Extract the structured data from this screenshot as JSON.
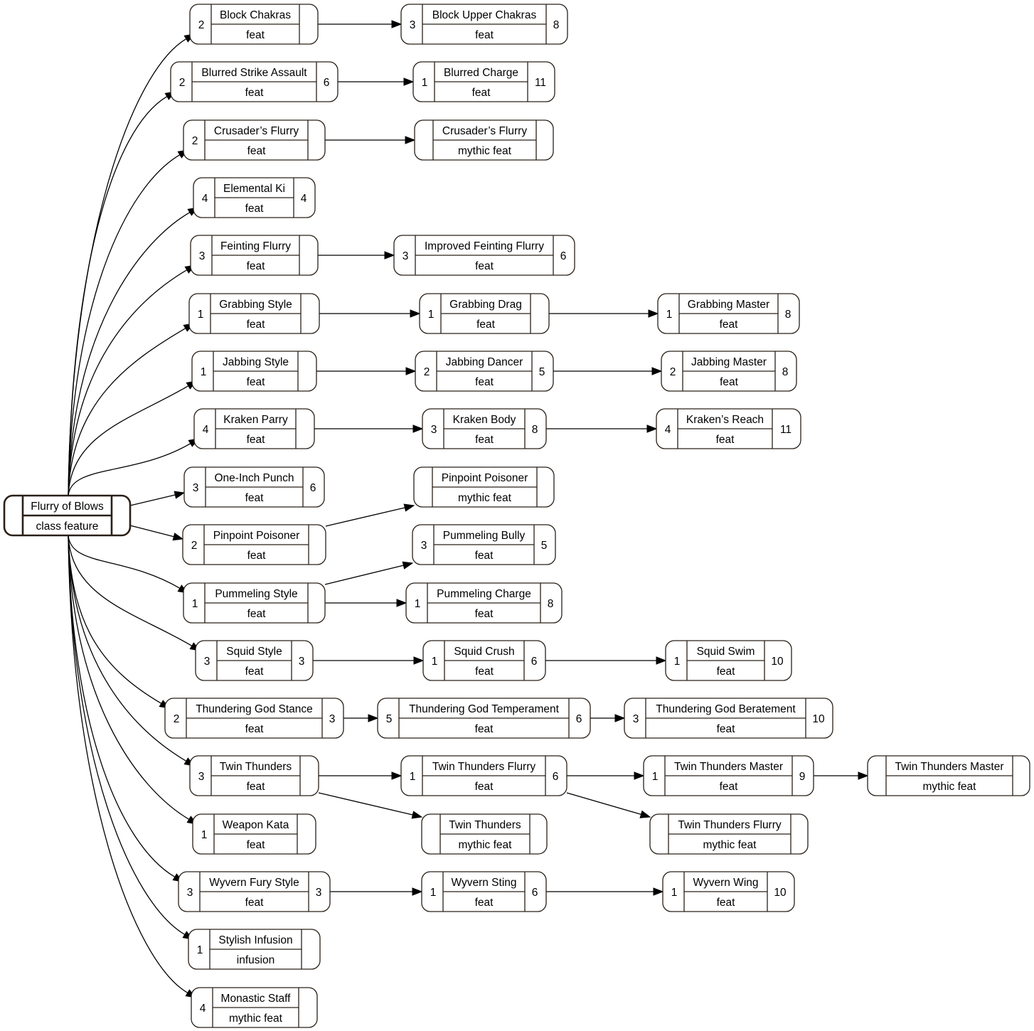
{
  "colors": {
    "stroke": "#2a2018",
    "edge": "#000000",
    "background": "#ffffff"
  },
  "root": {
    "id": "flurry",
    "name": "Flurry of Blows",
    "kind": "class feature"
  },
  "nodes": [
    {
      "id": "block_chakras",
      "name": "Block Chakras",
      "kind": "feat",
      "left": "2",
      "right": ""
    },
    {
      "id": "blurred_strike_assault",
      "name": "Blurred Strike Assault",
      "kind": "feat",
      "left": "2",
      "right": "6"
    },
    {
      "id": "crusaders_flurry",
      "name": "Crusader’s Flurry",
      "kind": "feat",
      "left": "2",
      "right": ""
    },
    {
      "id": "elemental_ki",
      "name": "Elemental Ki",
      "kind": "feat",
      "left": "4",
      "right": "4"
    },
    {
      "id": "feinting_flurry",
      "name": "Feinting Flurry",
      "kind": "feat",
      "left": "3",
      "right": ""
    },
    {
      "id": "grabbing_style",
      "name": "Grabbing Style",
      "kind": "feat",
      "left": "1",
      "right": ""
    },
    {
      "id": "jabbing_style",
      "name": "Jabbing Style",
      "kind": "feat",
      "left": "1",
      "right": ""
    },
    {
      "id": "kraken_parry",
      "name": "Kraken Parry",
      "kind": "feat",
      "left": "4",
      "right": ""
    },
    {
      "id": "one_inch_punch",
      "name": "One-Inch Punch",
      "kind": "feat",
      "left": "3",
      "right": "6"
    },
    {
      "id": "pinpoint_poisoner",
      "name": "Pinpoint Poisoner",
      "kind": "feat",
      "left": "2",
      "right": ""
    },
    {
      "id": "pummeling_style",
      "name": "Pummeling Style",
      "kind": "feat",
      "left": "1",
      "right": ""
    },
    {
      "id": "squid_style",
      "name": "Squid Style",
      "kind": "feat",
      "left": "3",
      "right": "3"
    },
    {
      "id": "thundering_god_stance",
      "name": "Thundering God Stance",
      "kind": "feat",
      "left": "2",
      "right": "3"
    },
    {
      "id": "twin_thunders",
      "name": "Twin Thunders",
      "kind": "feat",
      "left": "3",
      "right": ""
    },
    {
      "id": "weapon_kata",
      "name": "Weapon Kata",
      "kind": "feat",
      "left": "1",
      "right": ""
    },
    {
      "id": "wyvern_fury_style",
      "name": "Wyvern Fury Style",
      "kind": "feat",
      "left": "3",
      "right": "3"
    },
    {
      "id": "stylish_infusion",
      "name": "Stylish Infusion",
      "kind": "infusion",
      "left": "1",
      "right": ""
    },
    {
      "id": "monastic_staff",
      "name": "Monastic Staff",
      "kind": "mythic feat",
      "left": "4",
      "right": ""
    },
    {
      "id": "block_upper_chakras",
      "name": "Block Upper Chakras",
      "kind": "feat",
      "left": "3",
      "right": "8"
    },
    {
      "id": "blurred_charge",
      "name": "Blurred Charge",
      "kind": "feat",
      "left": "1",
      "right": "11"
    },
    {
      "id": "crusaders_flurry_mythic",
      "name": "Crusader’s Flurry",
      "kind": "mythic feat",
      "left": "",
      "right": ""
    },
    {
      "id": "improved_feinting_flurry",
      "name": "Improved Feinting Flurry",
      "kind": "feat",
      "left": "3",
      "right": "6"
    },
    {
      "id": "grabbing_drag",
      "name": "Grabbing Drag",
      "kind": "feat",
      "left": "1",
      "right": ""
    },
    {
      "id": "jabbing_dancer",
      "name": "Jabbing Dancer",
      "kind": "feat",
      "left": "2",
      "right": "5"
    },
    {
      "id": "kraken_body",
      "name": "Kraken Body",
      "kind": "feat",
      "left": "3",
      "right": "8"
    },
    {
      "id": "pinpoint_poisoner_mythic",
      "name": "Pinpoint Poisoner",
      "kind": "mythic feat",
      "left": "",
      "right": ""
    },
    {
      "id": "pummeling_bully",
      "name": "Pummeling Bully",
      "kind": "feat",
      "left": "3",
      "right": "5"
    },
    {
      "id": "pummeling_charge",
      "name": "Pummeling Charge",
      "kind": "feat",
      "left": "1",
      "right": "8"
    },
    {
      "id": "squid_crush",
      "name": "Squid Crush",
      "kind": "feat",
      "left": "1",
      "right": "6"
    },
    {
      "id": "thundering_god_temperament",
      "name": "Thundering God Temperament",
      "kind": "feat",
      "left": "5",
      "right": "6"
    },
    {
      "id": "twin_thunders_flurry",
      "name": "Twin Thunders Flurry",
      "kind": "feat",
      "left": "1",
      "right": "6"
    },
    {
      "id": "twin_thunders_mythic",
      "name": "Twin Thunders",
      "kind": "mythic feat",
      "left": "",
      "right": ""
    },
    {
      "id": "wyvern_sting",
      "name": "Wyvern Sting",
      "kind": "feat",
      "left": "1",
      "right": "6"
    },
    {
      "id": "grabbing_master",
      "name": "Grabbing Master",
      "kind": "feat",
      "left": "1",
      "right": "8"
    },
    {
      "id": "jabbing_master",
      "name": "Jabbing Master",
      "kind": "feat",
      "left": "2",
      "right": "8"
    },
    {
      "id": "krakens_reach",
      "name": "Kraken’s Reach",
      "kind": "feat",
      "left": "4",
      "right": "11"
    },
    {
      "id": "squid_swim",
      "name": "Squid Swim",
      "kind": "feat",
      "left": "1",
      "right": "10"
    },
    {
      "id": "thundering_god_beratement",
      "name": "Thundering God Beratement",
      "kind": "feat",
      "left": "3",
      "right": "10"
    },
    {
      "id": "twin_thunders_master",
      "name": "Twin Thunders Master",
      "kind": "feat",
      "left": "1",
      "right": "9"
    },
    {
      "id": "twin_thunders_flurry_mythic",
      "name": "Twin Thunders Flurry",
      "kind": "mythic feat",
      "left": "",
      "right": ""
    },
    {
      "id": "wyvern_wing",
      "name": "Wyvern Wing",
      "kind": "feat",
      "left": "1",
      "right": "10"
    },
    {
      "id": "twin_thunders_master_mythic",
      "name": "Twin Thunders Master",
      "kind": "mythic feat",
      "left": "",
      "right": ""
    }
  ],
  "edges": [
    [
      "flurry",
      "block_chakras"
    ],
    [
      "flurry",
      "blurred_strike_assault"
    ],
    [
      "flurry",
      "crusaders_flurry"
    ],
    [
      "flurry",
      "elemental_ki"
    ],
    [
      "flurry",
      "feinting_flurry"
    ],
    [
      "flurry",
      "grabbing_style"
    ],
    [
      "flurry",
      "jabbing_style"
    ],
    [
      "flurry",
      "kraken_parry"
    ],
    [
      "flurry",
      "one_inch_punch"
    ],
    [
      "flurry",
      "pinpoint_poisoner"
    ],
    [
      "flurry",
      "pummeling_style"
    ],
    [
      "flurry",
      "squid_style"
    ],
    [
      "flurry",
      "thundering_god_stance"
    ],
    [
      "flurry",
      "twin_thunders"
    ],
    [
      "flurry",
      "weapon_kata"
    ],
    [
      "flurry",
      "wyvern_fury_style"
    ],
    [
      "flurry",
      "stylish_infusion"
    ],
    [
      "flurry",
      "monastic_staff"
    ],
    [
      "block_chakras",
      "block_upper_chakras"
    ],
    [
      "blurred_strike_assault",
      "blurred_charge"
    ],
    [
      "crusaders_flurry",
      "crusaders_flurry_mythic"
    ],
    [
      "feinting_flurry",
      "improved_feinting_flurry"
    ],
    [
      "grabbing_style",
      "grabbing_drag"
    ],
    [
      "grabbing_drag",
      "grabbing_master"
    ],
    [
      "jabbing_style",
      "jabbing_dancer"
    ],
    [
      "jabbing_dancer",
      "jabbing_master"
    ],
    [
      "kraken_parry",
      "kraken_body"
    ],
    [
      "kraken_body",
      "krakens_reach"
    ],
    [
      "pinpoint_poisoner",
      "pinpoint_poisoner_mythic"
    ],
    [
      "pummeling_style",
      "pummeling_bully"
    ],
    [
      "pummeling_style",
      "pummeling_charge"
    ],
    [
      "squid_style",
      "squid_crush"
    ],
    [
      "squid_crush",
      "squid_swim"
    ],
    [
      "thundering_god_stance",
      "thundering_god_temperament"
    ],
    [
      "thundering_god_temperament",
      "thundering_god_beratement"
    ],
    [
      "twin_thunders",
      "twin_thunders_flurry"
    ],
    [
      "twin_thunders",
      "twin_thunders_mythic"
    ],
    [
      "twin_thunders_flurry",
      "twin_thunders_master"
    ],
    [
      "twin_thunders_flurry",
      "twin_thunders_flurry_mythic"
    ],
    [
      "twin_thunders_master",
      "twin_thunders_master_mythic"
    ],
    [
      "wyvern_fury_style",
      "wyvern_sting"
    ],
    [
      "wyvern_sting",
      "wyvern_wing"
    ]
  ]
}
